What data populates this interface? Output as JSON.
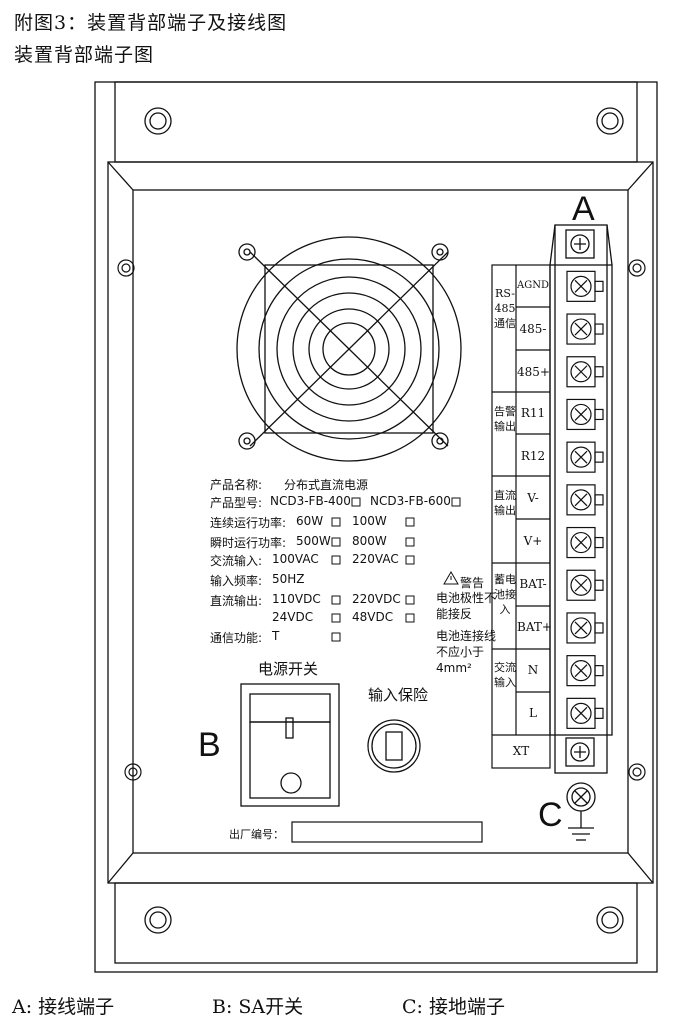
{
  "header": {
    "line1": "附图3：装置背部端子及接线图",
    "line2": "装置背部端子图"
  },
  "specs": [
    {
      "label": "产品名称:",
      "value": "分布式直流电源"
    },
    {
      "label": "产品型号:",
      "options": [
        "NCD3-FB-400",
        "NCD3-FB-600"
      ]
    },
    {
      "label": "连续运行功率:",
      "options": [
        "60W",
        "100W"
      ]
    },
    {
      "label": "瞬时运行功率:",
      "options": [
        "500W",
        "800W"
      ]
    },
    {
      "label": "交流输入:",
      "options": [
        "100VAC",
        "220VAC"
      ]
    },
    {
      "label": "输入频率:",
      "value": "50HZ"
    },
    {
      "label": "直流输出:",
      "options": [
        "110VDC",
        "220VDC",
        "24VDC",
        "48VDC"
      ]
    },
    {
      "label": "通信功能:",
      "options": [
        "T"
      ]
    }
  ],
  "warning": {
    "title": "警告",
    "text1": "电池极性不能接反",
    "text2": "电池连接线不应小于4mm²"
  },
  "switch": {
    "label": "电源开关",
    "marker": "B"
  },
  "fuse": {
    "label": "输入保险"
  },
  "serial": {
    "label": "出厂编号："
  },
  "terminal_block": {
    "marker": "A",
    "groups": [
      {
        "name": "RS-485通信",
        "rows": [
          "AGND",
          "485-",
          "485+"
        ]
      },
      {
        "name": "告警输出",
        "rows": [
          "R11",
          "R12"
        ]
      },
      {
        "name": "直流输出",
        "rows": [
          "V-",
          "V+"
        ]
      },
      {
        "name": "蓄电池接入",
        "rows": [
          "BAT-",
          "BAT+"
        ]
      },
      {
        "name": "交流输入",
        "rows": [
          "N",
          "L"
        ]
      }
    ],
    "footer": "XT"
  },
  "ground": {
    "marker": "C"
  },
  "legend": {
    "a": "A:  接线端子",
    "b": "B: SA开关",
    "c": "C: 接地端子"
  }
}
